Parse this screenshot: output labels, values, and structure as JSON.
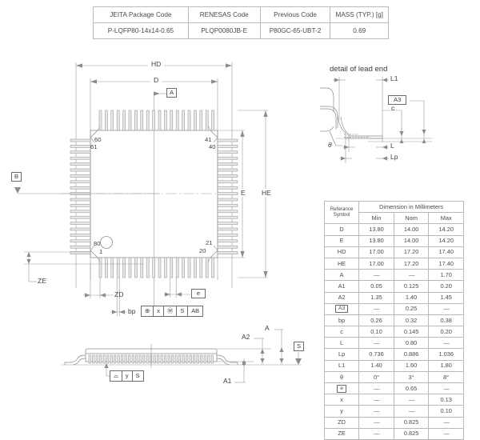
{
  "header_table": {
    "columns": [
      "JEITA Package Code",
      "RENESAS Code",
      "Previous Code",
      "MASS (TYP.) [g]"
    ],
    "values": [
      "P-LQFP80-14x14-0.65",
      "PLQP0080JB-E",
      "P80GC-65-UBT-2",
      "0.69"
    ]
  },
  "detail_view": {
    "title": "detail of lead end",
    "labels": {
      "L1": "L1",
      "A3": "A3",
      "c": "c",
      "L": "L",
      "Lp": "Lp",
      "theta": "θ"
    }
  },
  "top_view": {
    "labels": {
      "HD": "HD",
      "D": "D",
      "E": "E",
      "HE": "HE",
      "ZD": "ZD",
      "ZE": "ZE",
      "bp": "bp",
      "e": "e",
      "datum_A": "A",
      "datum_B": "B"
    },
    "pin_numbers": {
      "top_left": "60",
      "top_left_2": "61",
      "top_right": "41",
      "top_right_2": "40",
      "bottom_left": "80",
      "bottom_left_2": "1",
      "bottom_right": "21",
      "bottom_right_2": "20"
    },
    "position_frame": [
      "⊕",
      "x",
      "Ⓜ",
      "S",
      "AB"
    ]
  },
  "side_view": {
    "labels": {
      "A": "A",
      "A1": "A1",
      "A2": "A2",
      "datum_S": "S"
    },
    "flatness_frame": [
      "⌓",
      "y",
      "S"
    ]
  },
  "dim_table": {
    "header_ref_line1": "Referance",
    "header_ref_line2": "Symbol",
    "header_span": "Dimension in Millimeters",
    "header_min": "Min",
    "header_nom": "Nom",
    "header_max": "Max",
    "rows": [
      {
        "symbol": "D",
        "boxed": false,
        "min": "13.80",
        "nom": "14.00",
        "max": "14.20"
      },
      {
        "symbol": "E",
        "boxed": false,
        "min": "13.80",
        "nom": "14.00",
        "max": "14.20"
      },
      {
        "symbol": "HD",
        "boxed": false,
        "min": "17.00",
        "nom": "17.20",
        "max": "17.40"
      },
      {
        "symbol": "HE",
        "boxed": false,
        "min": "17.00",
        "nom": "17.20",
        "max": "17.40"
      },
      {
        "symbol": "A",
        "boxed": false,
        "min": "—",
        "nom": "—",
        "max": "1.70"
      },
      {
        "symbol": "A1",
        "boxed": false,
        "min": "0.05",
        "nom": "0.125",
        "max": "0.20"
      },
      {
        "symbol": "A2",
        "boxed": false,
        "min": "1.35",
        "nom": "1.40",
        "max": "1.45"
      },
      {
        "symbol": "A3",
        "boxed": true,
        "min": "—",
        "nom": "0.25",
        "max": "—"
      },
      {
        "symbol": "bp",
        "boxed": false,
        "min": "0.26",
        "nom": "0.32",
        "max": "0.38"
      },
      {
        "symbol": "c",
        "boxed": false,
        "min": "0.10",
        "nom": "0.145",
        "max": "0.20"
      },
      {
        "symbol": "L",
        "boxed": false,
        "min": "—",
        "nom": "0.80",
        "max": "—"
      },
      {
        "symbol": "Lp",
        "boxed": false,
        "min": "0.736",
        "nom": "0.886",
        "max": "1.036"
      },
      {
        "symbol": "L1",
        "boxed": false,
        "min": "1.40",
        "nom": "1.60",
        "max": "1.80"
      },
      {
        "symbol": "θ",
        "boxed": false,
        "min": "0°",
        "nom": "3°",
        "max": "8°"
      },
      {
        "symbol": "e",
        "boxed": true,
        "min": "—",
        "nom": "0.65",
        "max": "—"
      },
      {
        "symbol": "x",
        "boxed": false,
        "min": "—",
        "nom": "—",
        "max": "0.13"
      },
      {
        "symbol": "y",
        "boxed": false,
        "min": "—",
        "nom": "—",
        "max": "0.10"
      },
      {
        "symbol": "ZD",
        "boxed": false,
        "min": "—",
        "nom": "0.825",
        "max": "—"
      },
      {
        "symbol": "ZE",
        "boxed": false,
        "min": "—",
        "nom": "0.825",
        "max": "—"
      }
    ]
  }
}
